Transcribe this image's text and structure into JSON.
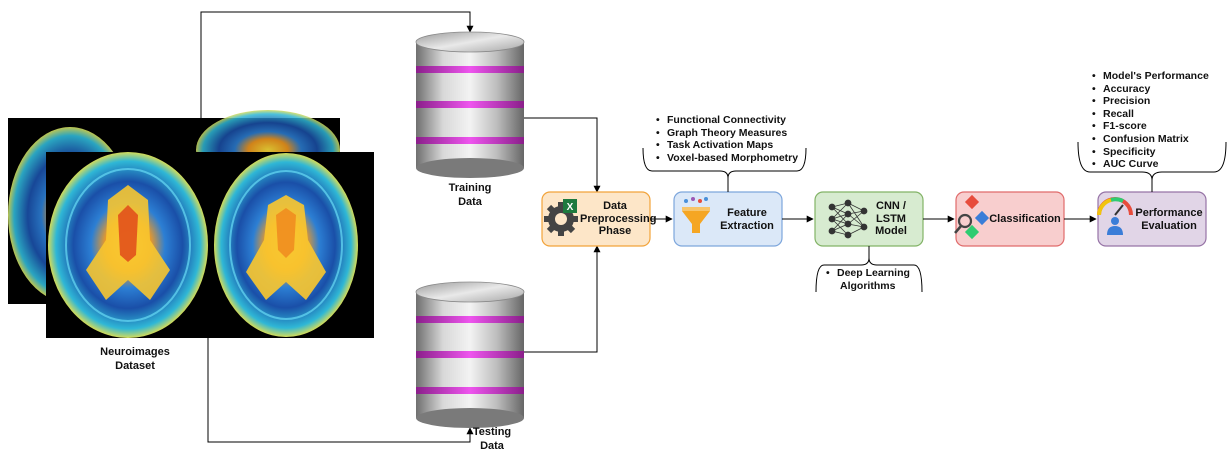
{
  "dataset": {
    "label_line1": "Neuroimages",
    "label_line2": "Dataset"
  },
  "training": {
    "label_line1": "Training",
    "label_line2": "Data"
  },
  "testing": {
    "label_line1": "Testing",
    "label_line2": "Data"
  },
  "preprocessing": {
    "line1": "Data",
    "line2": "Preprocessing",
    "line3": "Phase",
    "fill": "#fde6c8",
    "stroke": "#f2a33a"
  },
  "features": {
    "line1": "Feature",
    "line2": "Extraction",
    "fill": "#dbe8f8",
    "stroke": "#7da6dc",
    "items": [
      "Functional Connectivity",
      "Graph Theory Measures",
      "Task Activation Maps",
      "Voxel-based Morphometry"
    ]
  },
  "model": {
    "line1": "CNN /",
    "line2": "LSTM",
    "line3": "Model",
    "fill": "#d7ebd0",
    "stroke": "#82b366",
    "items": [
      "Deep Learning"
    ],
    "items_continued": "Algorithms"
  },
  "classification": {
    "label": "Classification",
    "fill": "#f8cece",
    "stroke": "#e06b6b"
  },
  "evaluation": {
    "line1": "Performance",
    "line2": "Evaluation",
    "fill": "#e1d5e7",
    "stroke": "#9673a6",
    "items": [
      "Model's Performance",
      "Accuracy",
      "Precision",
      "Recall",
      "F1-score",
      "Confusion Matrix",
      "Specificity",
      "AUC Curve"
    ]
  },
  "colors": {
    "cylinder_band": "#cc33cc",
    "arrow": "#000000"
  },
  "icons": [
    "brain-scan-image",
    "database-cylinder-icon",
    "gear-excel-icon",
    "funnel-icon",
    "neural-network-icon",
    "classification-icon",
    "gauge-person-icon"
  ]
}
